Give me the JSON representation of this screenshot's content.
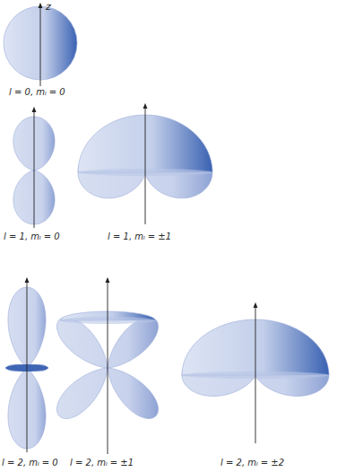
{
  "diagram": {
    "labels": [
      "z",
      "l = 0, mₗ = 0",
      "l = 1, mₗ = 0",
      "l = 1, mₗ = ±1",
      "l = 2, mₗ = 0",
      "l = 2, mₗ = ±1",
      "l = 2, mₗ = ±2"
    ]
  }
}
